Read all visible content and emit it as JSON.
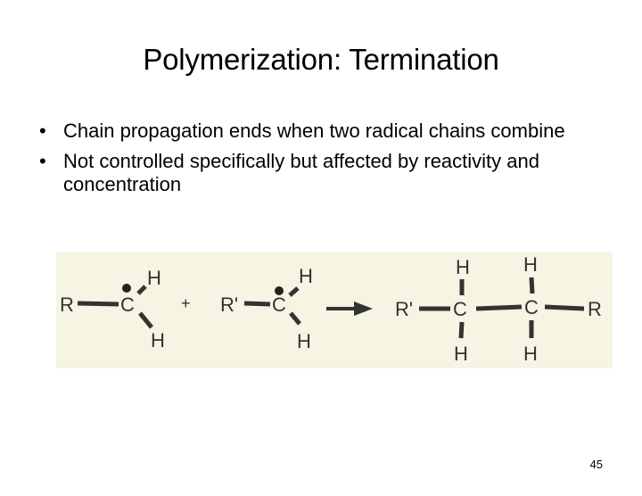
{
  "slide": {
    "title": "Polymerization: Termination",
    "bullets": [
      {
        "marker": "•",
        "text": "Chain propagation ends when two radical chains combine"
      },
      {
        "marker": "•",
        "text": "Not controlled specifically but affected by reactivity and concentration"
      }
    ],
    "page_number": "45"
  },
  "diagram": {
    "background": "#f6f4e2",
    "reactant1": {
      "r": "R",
      "c": "C",
      "h_top": "H",
      "h_bottom": "H"
    },
    "plus": "+",
    "reactant2": {
      "r": "R'",
      "c": "C",
      "h_top": "H",
      "h_bottom": "H"
    },
    "product": {
      "r_left": "R'",
      "c1": "C",
      "c2": "C",
      "r_right": "R",
      "c1_h_top": "H",
      "c1_h_bottom": "H",
      "c2_h_top": "H",
      "c2_h_bottom": "H"
    }
  }
}
